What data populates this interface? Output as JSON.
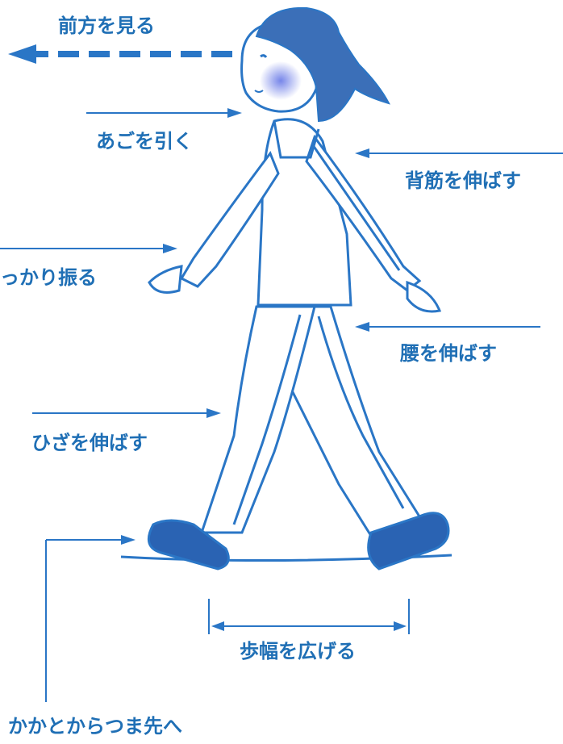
{
  "colors": {
    "line": "#2a76c6",
    "label": "#1f6fb5",
    "hair": "#3b6fb8",
    "outfit": "#ffffff",
    "stripe": "#2a76c6",
    "shoe": "#2a63b3",
    "cheek": "#7f8ff0"
  },
  "labels": {
    "look_forward": "前方を見る",
    "chin": "あごを引く",
    "back": "背筋を伸ばす",
    "arms": "っかり振る",
    "waist": "腰を伸ばす",
    "knees": "ひざを伸ばす",
    "stride": "歩幅を広げる",
    "heel_to_toe": "かかとからつま先へ"
  },
  "icons": {
    "look_arrow": "dashed-left-arrow",
    "pointer": "arrow"
  }
}
